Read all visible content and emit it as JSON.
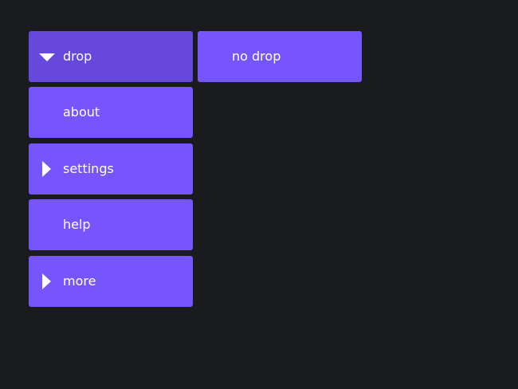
{
  "colors": {
    "background": "#1a1b1e",
    "button": "#7755fd",
    "button_open": "#6748dd",
    "text": "#ffffff"
  },
  "menu": {
    "drop": {
      "label": "drop",
      "icon": "chevron-down-icon",
      "state": "open"
    },
    "no_drop": {
      "label": "no drop"
    },
    "items": [
      {
        "label": "about"
      },
      {
        "label": "settings",
        "icon": "chevron-right-icon"
      },
      {
        "label": "help"
      },
      {
        "label": "more",
        "icon": "chevron-right-icon"
      }
    ]
  }
}
